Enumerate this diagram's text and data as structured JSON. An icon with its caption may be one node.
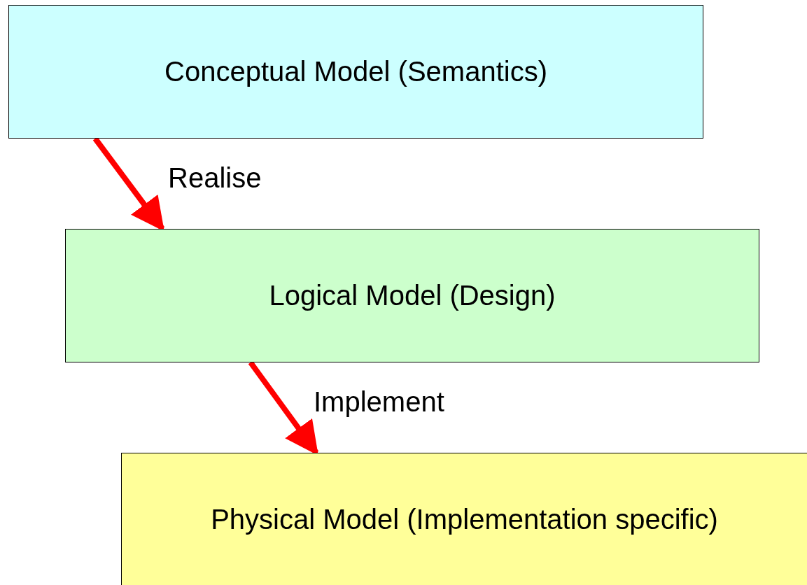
{
  "diagram": {
    "nodes": [
      {
        "text": [
          "Conceptual Model (Semantics)"
        ]
      },
      {
        "text": [
          "Logical Model (Design)"
        ]
      },
      {
        "text": [
          "Physical Model (Implementation specific)"
        ]
      }
    ],
    "edges": [
      {
        "from": 0,
        "to": 1,
        "arrow": "to",
        "label": "Realise"
      },
      {
        "from": 1,
        "to": 2,
        "arrow": "to",
        "label": "Implement"
      }
    ]
  }
}
